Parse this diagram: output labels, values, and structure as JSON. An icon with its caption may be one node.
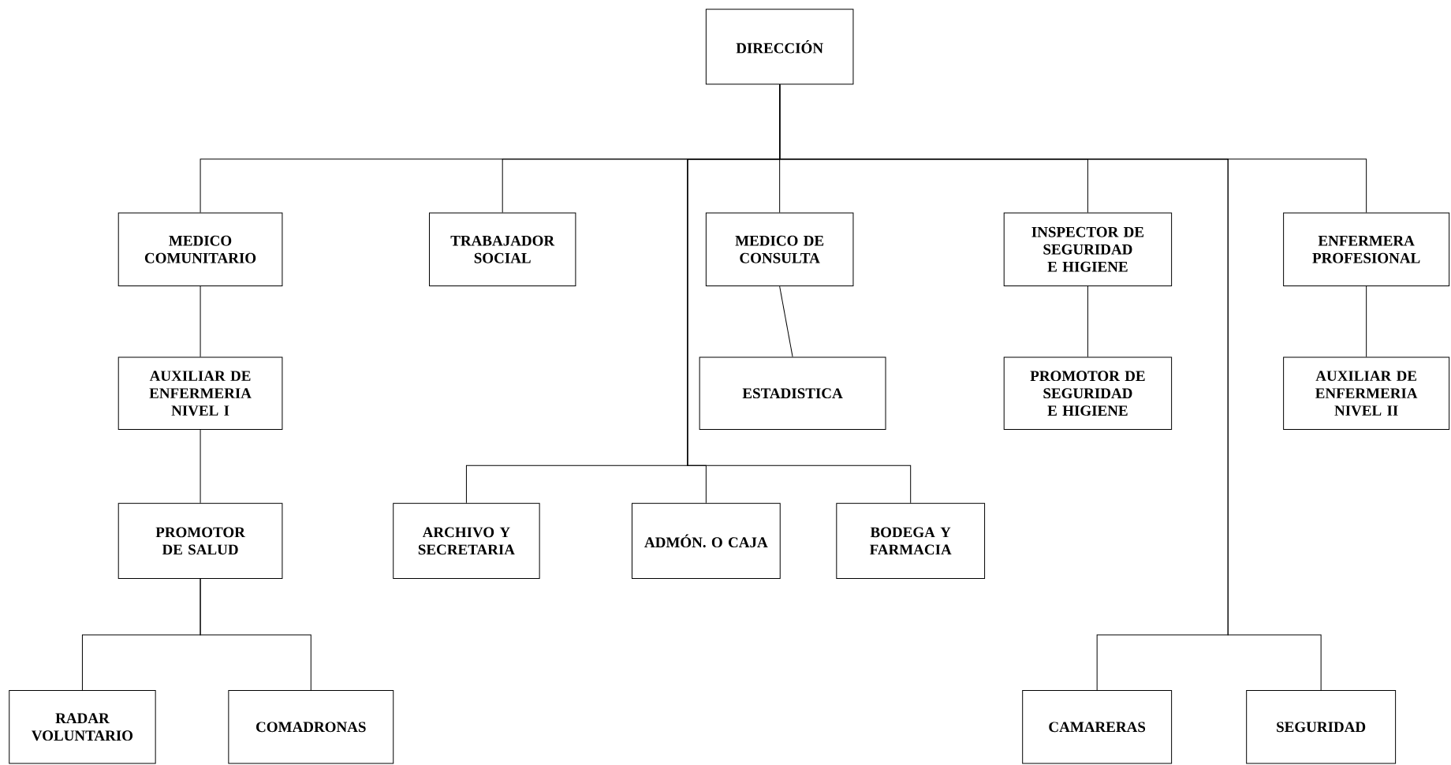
{
  "diagram": {
    "nodes": [
      {
        "text": [
          "DIRECCIÓN"
        ]
      },
      {
        "text": [
          "MEDICO COMUNITARIO"
        ]
      },
      {
        "text": [
          "TRABAJADOR SOCIAL"
        ]
      },
      {
        "text": [
          "MEDICO DE CONSULTA"
        ]
      },
      {
        "text": [
          "INSPECTOR DE SEGURIDAD E HIGIENE"
        ]
      },
      {
        "text": [
          "ENFERMERA PROFESIONAL"
        ]
      },
      {
        "text": [
          "AUXILIAR DE ENFERMERIA NIVEL I"
        ]
      },
      {
        "text": [
          "ESTADISTICA"
        ]
      },
      {
        "text": [
          "PROMOTOR DE SEGURIDAD E HIGIENE"
        ]
      },
      {
        "text": [
          "AUXILIAR DE ENFERMERIA NIVEL II"
        ]
      },
      {
        "text": [
          "PROMOTOR DE SALUD"
        ]
      },
      {
        "text": [
          "ARCHIVO Y SECRETARIA"
        ]
      },
      {
        "text": [
          "ADMÓN. O CAJA"
        ]
      },
      {
        "text": [
          "BODEGA Y FARMACIA"
        ]
      },
      {
        "text": [
          "RADAR VOLUNTARIO"
        ]
      },
      {
        "text": [
          "COMADRONAS"
        ]
      },
      {
        "text": [
          "CAMARERAS"
        ]
      },
      {
        "text": [
          "SEGURIDAD"
        ]
      }
    ],
    "edges": [
      {
        "from": 0,
        "to": 1,
        "arrow": "none"
      },
      {
        "from": 0,
        "to": 2,
        "arrow": "none"
      },
      {
        "from": 0,
        "to": 3,
        "arrow": "none"
      },
      {
        "from": 0,
        "to": 4,
        "arrow": "none"
      },
      {
        "from": 0,
        "to": 5,
        "arrow": "none"
      },
      {
        "from": 0,
        "to": 11,
        "arrow": "none"
      },
      {
        "from": 0,
        "to": 12,
        "arrow": "none"
      },
      {
        "from": 0,
        "to": 13,
        "arrow": "none"
      },
      {
        "from": 0,
        "to": 16,
        "arrow": "none"
      },
      {
        "from": 0,
        "to": 17,
        "arrow": "none"
      },
      {
        "from": 1,
        "to": 6,
        "arrow": "none"
      },
      {
        "from": 6,
        "to": 10,
        "arrow": "none"
      },
      {
        "from": 10,
        "to": 14,
        "arrow": "none"
      },
      {
        "from": 10,
        "to": 15,
        "arrow": "none"
      },
      {
        "from": 3,
        "to": 7,
        "arrow": "none"
      },
      {
        "from": 4,
        "to": 8,
        "arrow": "none"
      },
      {
        "from": 5,
        "to": 9,
        "arrow": "none"
      }
    ]
  }
}
